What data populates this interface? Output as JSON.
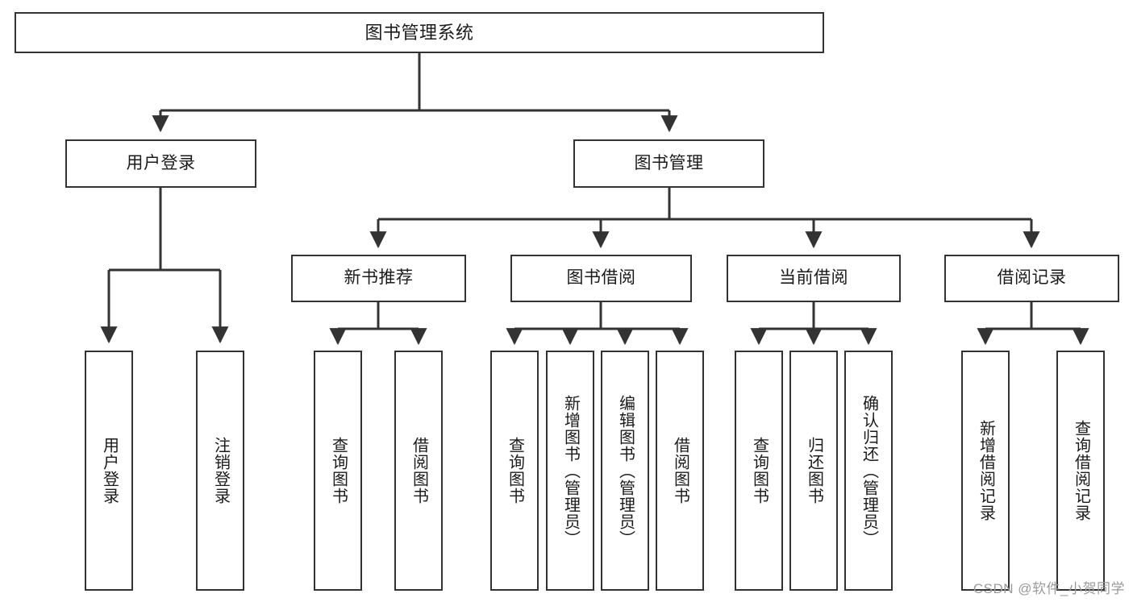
{
  "diagram": {
    "type": "tree-hierarchy",
    "title": "图书管理系统",
    "background_color": "#ffffff",
    "node_border_color": "#333333",
    "node_fill_color": "#ffffff",
    "connector_color": "#333333",
    "levels": {
      "root": {
        "label": "图书管理系统"
      },
      "level2": [
        {
          "id": "user-login",
          "label": "用户登录"
        },
        {
          "id": "book-management",
          "label": "图书管理"
        }
      ],
      "level3": [
        {
          "id": "new-book-recommend",
          "label": "新书推荐"
        },
        {
          "id": "book-borrow",
          "label": "图书借阅"
        },
        {
          "id": "current-borrow",
          "label": "当前借阅"
        },
        {
          "id": "borrow-record",
          "label": "借阅记录"
        }
      ],
      "leaves": {
        "user_login": [
          {
            "id": "leaf-user-login",
            "label": "用户登录"
          },
          {
            "id": "leaf-logout",
            "label": "注销登录"
          }
        ],
        "new_book_recommend": [
          {
            "id": "leaf-query-book-1",
            "label": "查询图书"
          },
          {
            "id": "leaf-borrow-book-1",
            "label": "借阅图书"
          }
        ],
        "book_borrow": [
          {
            "id": "leaf-query-book-2",
            "label": "查询图书"
          },
          {
            "id": "leaf-add-book",
            "label": "新增图书（管理员）"
          },
          {
            "id": "leaf-edit-book",
            "label": "编辑图书（管理员）"
          },
          {
            "id": "leaf-borrow-book-2",
            "label": "借阅图书"
          }
        ],
        "current_borrow": [
          {
            "id": "leaf-query-book-3",
            "label": "查询图书"
          },
          {
            "id": "leaf-return-book",
            "label": "归还图书"
          },
          {
            "id": "leaf-confirm-return",
            "label": "确认归还（管理员）"
          }
        ],
        "borrow_record": [
          {
            "id": "leaf-add-record",
            "label": "新增借阅记录"
          },
          {
            "id": "leaf-query-record",
            "label": "查询借阅记录"
          }
        ]
      }
    }
  },
  "watermark": {
    "text": "CSDN @软件_小贺同学",
    "color": "#9a9a9a"
  }
}
